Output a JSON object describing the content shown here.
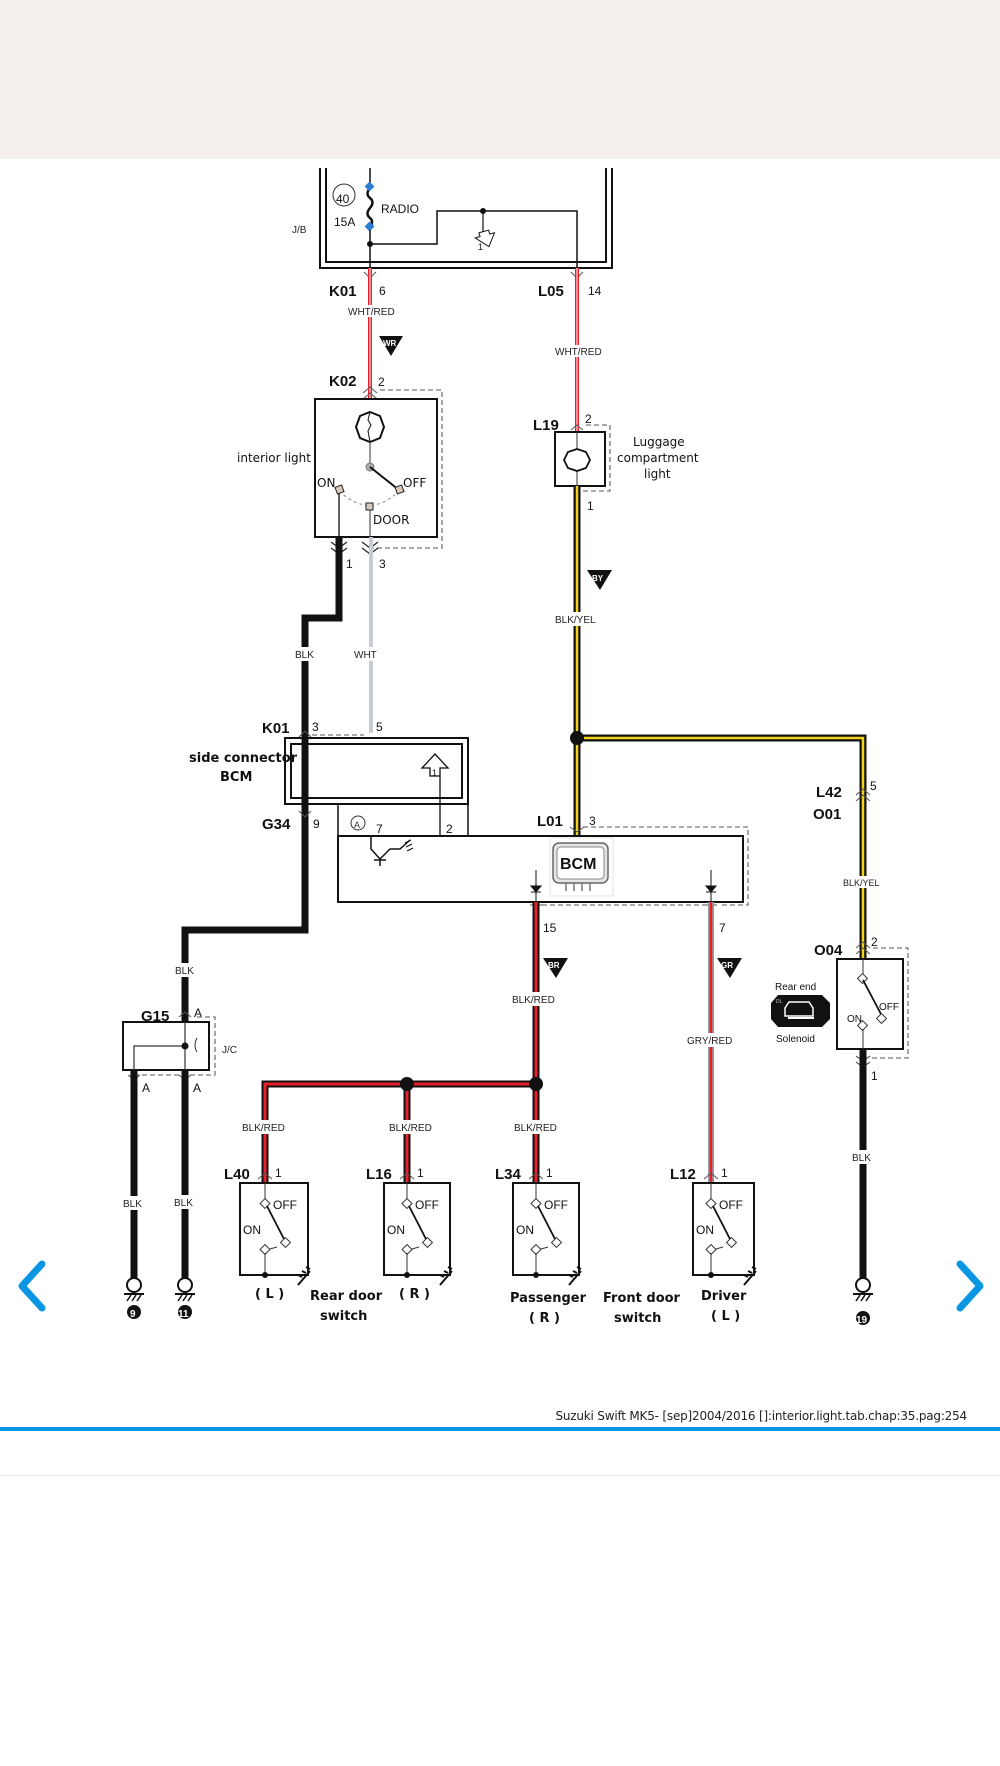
{
  "colors": {
    "header_bg": "#f5f0eb",
    "accent_blue": "#0a96e3",
    "wire_red": "#e8202a",
    "wire_yellow": "#f2d21b",
    "wire_black": "#111111",
    "wire_white": "#c9ccd3",
    "wire_gray": "#8f9aa0"
  },
  "navigation": {
    "prev_icon": "chevron-left-icon",
    "next_icon": "chevron-right-icon"
  },
  "footer": {
    "caption": "Suzuki Swift MK5- [sep]2004/2016 []:interior.light.tab.chap:35.pag:254"
  },
  "diagram": {
    "junction_block": {
      "label": "J/B",
      "fuse_number": "40",
      "fuse_rating": "15A",
      "fuse_name": "RADIO",
      "ref_arrow": "1"
    },
    "connectors": {
      "k01_top": {
        "id": "K01",
        "pin": "6"
      },
      "l05": {
        "id": "L05",
        "pin": "14"
      },
      "k02": {
        "id": "K02",
        "pin_in": "2",
        "pin_a": "1",
        "pin_b": "3"
      },
      "l19": {
        "id": "L19",
        "pin_in": "2",
        "pin_out": "1"
      },
      "k01_bcm": {
        "id": "K01",
        "pin_a": "3",
        "pin_b": "5"
      },
      "g34": {
        "id": "G34",
        "pin": "9",
        "pin_b": "7",
        "pin_c": "2",
        "circle": "A"
      },
      "l01": {
        "id": "L01",
        "pin": "3"
      },
      "l42": {
        "id": "L42",
        "id2": "O01",
        "pin": "5"
      },
      "o04": {
        "id": "O04",
        "pin_in": "2",
        "pin_out": "1"
      },
      "g15": {
        "id": "G15",
        "pin_in": "A",
        "pin_out1": "A",
        "pin_out2": "A",
        "label": "J/C"
      },
      "bcm_out_left": {
        "pin": "15"
      },
      "bcm_out_right": {
        "pin": "7"
      },
      "l40": {
        "id": "L40",
        "pin": "1"
      },
      "l16": {
        "id": "L16",
        "pin": "1"
      },
      "l34": {
        "id": "L34",
        "pin": "1"
      },
      "l12": {
        "id": "L12",
        "pin": "1"
      }
    },
    "wires": {
      "k01_out": "WHT/RED",
      "l05_out": "WHT/RED",
      "l19_out": "BLK/YEL",
      "k02_blk": "BLK",
      "k02_wht": "WHT",
      "l42_wire": "BLK/YEL",
      "g34_blk": "BLK",
      "bcm_15": "BLK/RED",
      "bcm_7": "GRY/RED",
      "l40_wire": "BLK/RED",
      "l16_wire": "BLK/RED",
      "l34_wire": "BLK/RED",
      "o04_out": "BLK",
      "g15_out1": "BLK",
      "g15_out2": "BLK"
    },
    "wire_tags": {
      "wr": "WR",
      "by": "BY",
      "br": "BR",
      "gr": "GR"
    },
    "components": {
      "interior_light": {
        "label": "interior light",
        "on": "ON",
        "off": "OFF",
        "door": "DOOR"
      },
      "luggage_light": {
        "line1": "Luggage",
        "line2": "compartment",
        "line3": "light"
      },
      "side_connector": {
        "line1": "side connector",
        "line2": "BCM",
        "ref_arrow": "1"
      },
      "bcm": {
        "label": "BCM"
      },
      "rear_end": {
        "line1": "Rear end",
        "line2": "Solenoid",
        "icon_tag": "DL",
        "on": "ON",
        "off": "OFF"
      },
      "switches": {
        "on": "ON",
        "off": "OFF",
        "l40_side": "( L )",
        "l16_side": "( R )",
        "rear_door_line1": "Rear door",
        "rear_door_line2": "switch",
        "l34_line1": "Passenger",
        "l34_line2": "( R )",
        "front_door_line1": "Front door",
        "front_door_line2": "switch",
        "l12_line1": "Driver",
        "l12_line2": "( L )"
      }
    },
    "grounds": {
      "g9": "9",
      "g11": "11",
      "g19": "19"
    }
  }
}
